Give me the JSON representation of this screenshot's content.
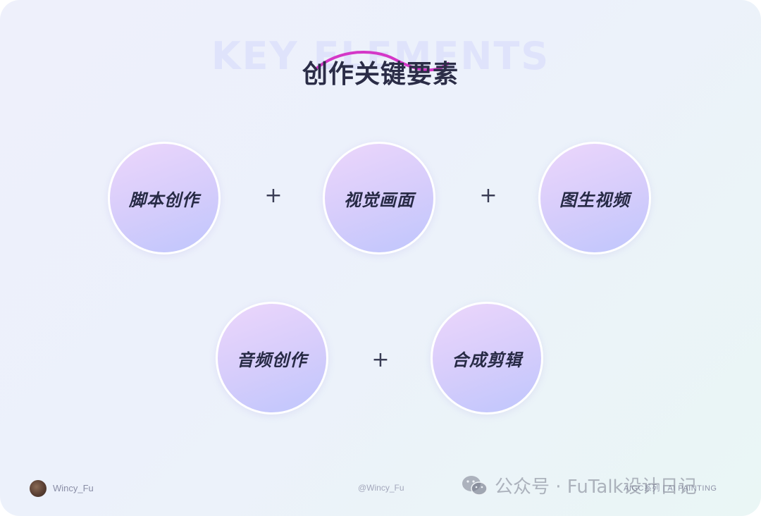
{
  "heading": {
    "background_word": "KEY ELEMENTS",
    "title": "创作关键要素"
  },
  "row1": [
    {
      "label": "脚本创作"
    },
    {
      "label": "视觉画面"
    },
    {
      "label": "图生视频"
    }
  ],
  "row2": [
    {
      "label": "音频创作"
    },
    {
      "label": "合成剪辑"
    }
  ],
  "operator": "+",
  "footer": {
    "username": "Wincy_Fu",
    "handle": "@Wincy_Fu",
    "right_text": "AIGC系列 | AI PAINTING",
    "watermark": "公众号 · FuTalk设计日记"
  },
  "colors": {
    "accent_swoosh": "#d437c7",
    "title": "#2b2d47",
    "circle_gradient_start": "#ecd6fb",
    "circle_gradient_end": "#bfc6fc"
  }
}
